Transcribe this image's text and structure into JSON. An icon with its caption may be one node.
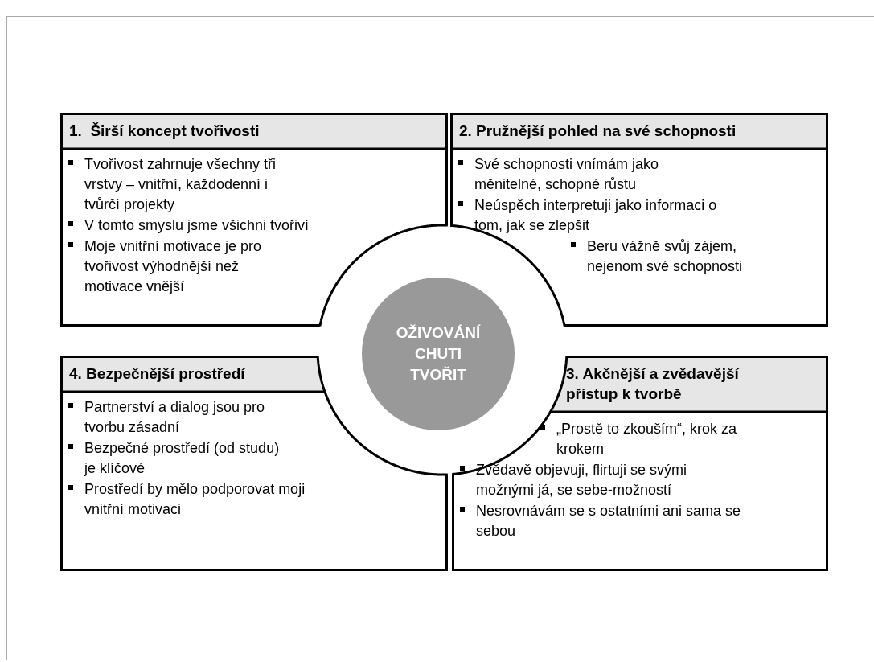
{
  "diagram": {
    "nodes": [
      {
        "text": [
          "1.  Širší koncept tvořivosti",
          "Tvořivost zahrnuje všechny tři vrstvy – vnitřní, každodenní i tvůrčí projekty",
          "V tomto smyslu jsme všichni tvořiví",
          "Moje vnitřní motivace je pro tvořivost výhodnější než motivace vnější"
        ]
      },
      {
        "text": [
          "2. Pružnější pohled na své schopnosti",
          "Své schopnosti vnímám jako měnitelné, schopné růstu",
          "Neúspěch interpretuji jako informaci o tom, jak se zlepšit",
          "Beru vážně svůj zájem, nejenom své schopnosti"
        ]
      },
      {
        "text": [
          "OŽIVOVÁNÍ CHUTI TVOŘIT"
        ]
      },
      {
        "text": [
          "4. Bezpečnější prostředí",
          "Partnerství a dialog jsou pro tvorbu zásadní",
          "Bezpečné prostředí (od studu) je klíčové",
          "Prostředí by mělo podporovat moji vnitřní motivaci"
        ]
      },
      {
        "text": [
          "3. Akčnější a zvědavější přístup k tvorbě",
          "„Prostě to zkouším“, krok za krokem",
          "Zvědavě objevuji, flirtuji se svými možnými já, se sebe-možností",
          "Nesrovnávám se s ostatními ani sama se sebou"
        ]
      }
    ]
  }
}
